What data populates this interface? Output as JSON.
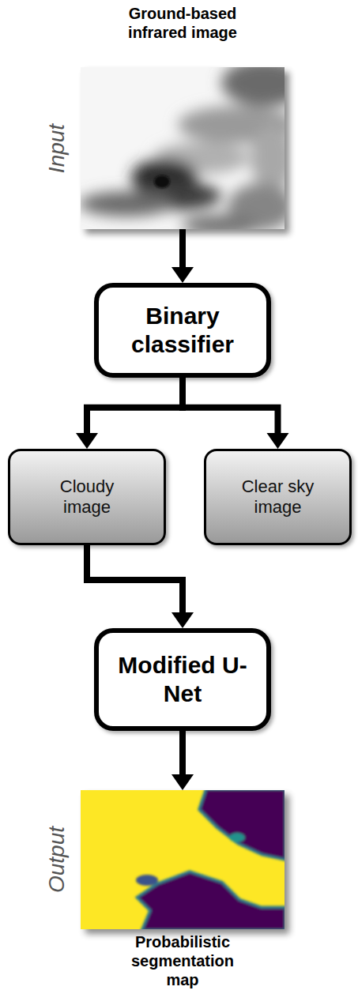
{
  "diagram": {
    "nodes": [
      {
        "text": [
          "Ground-based infrared image",
          "Input"
        ]
      },
      {
        "text": [
          "Binary classifier"
        ]
      },
      {
        "text": [
          "Cloudy image"
        ]
      },
      {
        "text": [
          "Clear sky image"
        ]
      },
      {
        "text": [
          "Modified U-Net"
        ]
      },
      {
        "text": [
          "Output",
          "Probabilistic segmentation map"
        ]
      }
    ],
    "edges": [
      {
        "from": 0,
        "to": 1,
        "arrow": "to"
      },
      {
        "from": 1,
        "to": 2,
        "arrow": "to"
      },
      {
        "from": 1,
        "to": 3,
        "arrow": "to"
      },
      {
        "from": 2,
        "to": 4,
        "arrow": "to"
      },
      {
        "from": 4,
        "to": 5,
        "arrow": "to"
      }
    ]
  }
}
